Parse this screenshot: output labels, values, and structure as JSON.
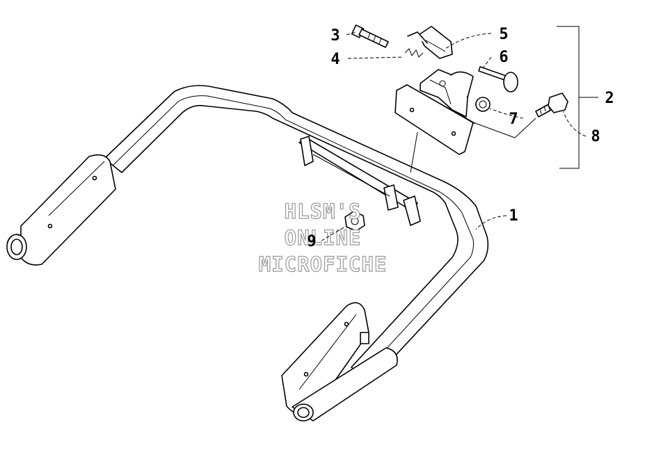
{
  "watermark": {
    "line1": "HLSM'S",
    "line2": "ONLINE",
    "line3": "MICROFICHE"
  },
  "callouts": {
    "c1": "1",
    "c2": "2",
    "c3": "3",
    "c4": "4",
    "c5": "5",
    "c6": "6",
    "c7": "7",
    "c8": "8",
    "c9": "9"
  }
}
